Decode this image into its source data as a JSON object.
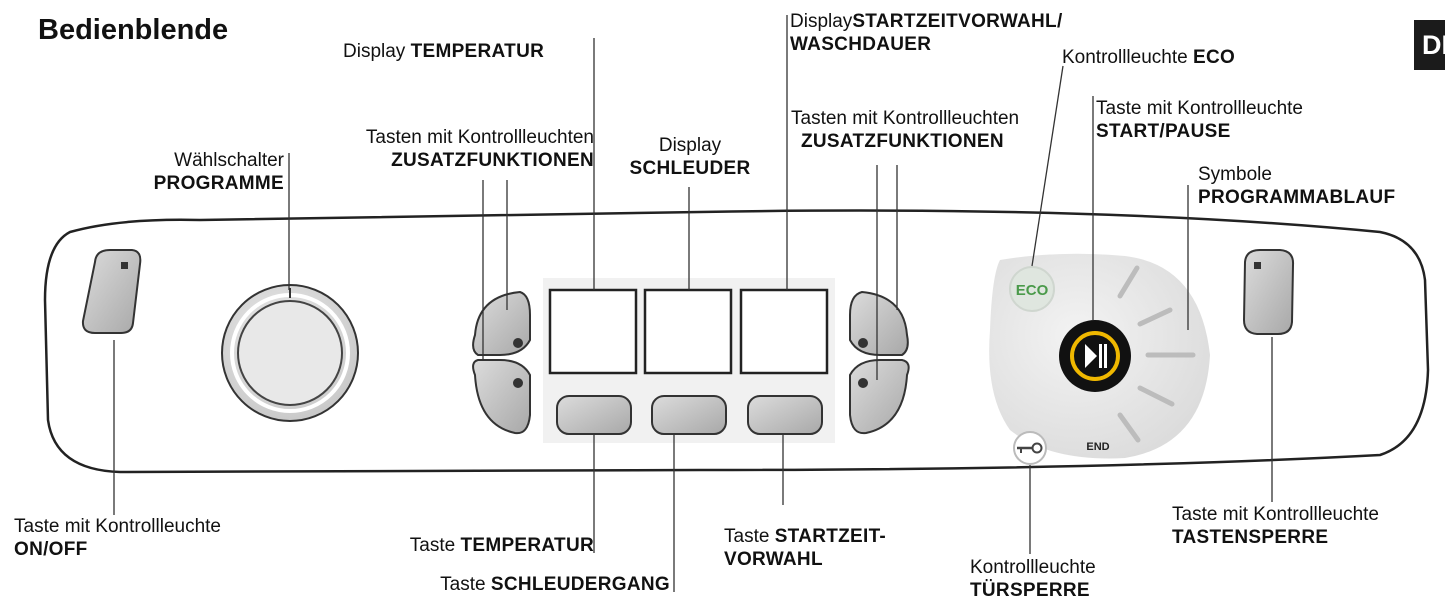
{
  "title": "Bedienblende",
  "language_tab": "DE",
  "labels": {
    "display_temperatur": {
      "normal": "Display ",
      "bold": "TEMPERATUR"
    },
    "display_startzeit": {
      "normal": "Display",
      "bold1": "STARTZEITVORWAHL/",
      "bold2": "WASCHDAUER"
    },
    "kontroll_eco": {
      "normal": "Kontrollleuchte ",
      "bold": "ECO"
    },
    "waehlschalter": {
      "normal": "Wählschalter",
      "bold": "PROGRAMME"
    },
    "zusatz_left": {
      "normal": "Tasten mit Kontrollleuchten",
      "bold": "ZUSATZFUNKTIONEN"
    },
    "display_schleuder": {
      "normal": "Display",
      "bold": "SCHLEUDER"
    },
    "zusatz_right": {
      "normal": "Tasten mit Kontrollleuchten",
      "bold": "ZUSATZFUNKTIONEN"
    },
    "start_pause": {
      "normal": "Taste mit Kontrollleuchte",
      "bold": "START/PAUSE"
    },
    "programmablauf": {
      "normal": "Symbole",
      "bold": "PROGRAMMABLAUF"
    },
    "on_off": {
      "normal": "Taste mit Kontrollleuchte",
      "bold": "ON/OFF"
    },
    "taste_temperatur": {
      "normal": "Taste ",
      "bold": "TEMPERATUR"
    },
    "taste_schleudergang": {
      "normal": "Taste ",
      "bold": "SCHLEUDERGANG"
    },
    "taste_startzeit": {
      "normal": "Taste ",
      "bold1": "STARTZEIT-",
      "bold2": "VORWAHL"
    },
    "tuersperre": {
      "normal": "Kontrollleuchte",
      "bold": "TÜRSPERRE"
    },
    "tastensperre": {
      "normal": "Taste mit Kontrollleuchte",
      "bold": "TASTENSPERRE"
    }
  },
  "panel": {
    "eco_text": "ECO",
    "end_text": "END",
    "eco_color": "#4a9a4a",
    "start_ring_color": "#f0b800"
  }
}
